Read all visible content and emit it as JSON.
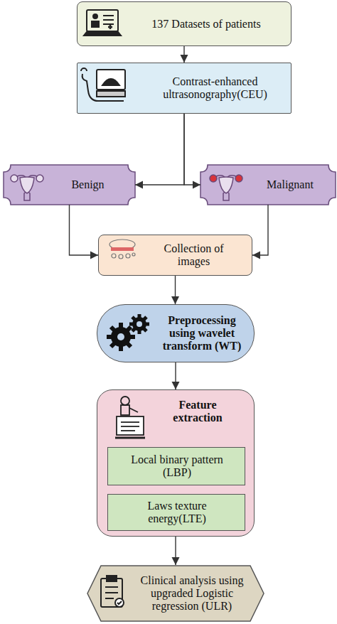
{
  "diagram": {
    "nodes": [
      {
        "text": [
          "137 Datasets of patients"
        ]
      },
      {
        "text": [
          "Contrast-enhanced ultrasonography(CEU)"
        ]
      },
      {
        "text": [
          "Benign"
        ]
      },
      {
        "text": [
          "Malignant"
        ]
      },
      {
        "text": [
          "Collection of images"
        ]
      },
      {
        "text": [
          "Preprocessing using wavelet transform (WT)"
        ]
      },
      {
        "text": [
          "Feature extraction"
        ]
      },
      {
        "text": [
          "Local binary pattern (LBP)"
        ],
        "in": 6
      },
      {
        "text": [
          "Laws texture energy(LTE)"
        ],
        "in": 6
      },
      {
        "text": [
          "Clinical analysis using upgraded Logistic regression (ULR)"
        ]
      }
    ],
    "edges": [
      {
        "from": 0,
        "to": 1,
        "arrow": "to"
      },
      {
        "from": 1,
        "to": 2,
        "arrow": "to"
      },
      {
        "from": 1,
        "to": 3,
        "arrow": "to"
      },
      {
        "from": 2,
        "to": 4,
        "arrow": "to"
      },
      {
        "from": 3,
        "to": 4,
        "arrow": "to"
      },
      {
        "from": 4,
        "to": 5,
        "arrow": "to"
      },
      {
        "from": 5,
        "to": 6,
        "arrow": "to"
      },
      {
        "from": 6,
        "to": 9,
        "arrow": "to"
      }
    ]
  }
}
